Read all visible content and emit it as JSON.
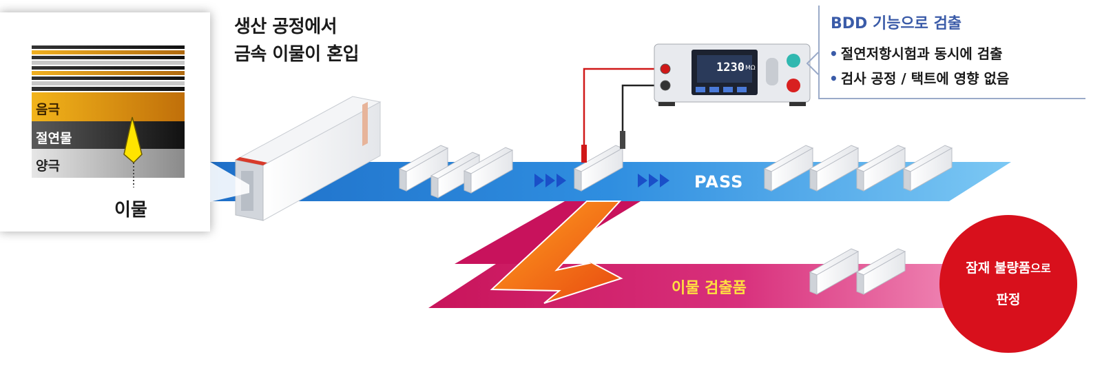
{
  "inset": {
    "layers": [
      "음극",
      "절연물",
      "양극"
    ],
    "foreign_label": "이물"
  },
  "title": {
    "line1": "생산 공정에서",
    "line2": "금속 이물이 혼입"
  },
  "instrument": {
    "display_value": "1230",
    "display_unit": "MΩ"
  },
  "info": {
    "title": "BDD 기능으로 검출",
    "bullet_char": "•",
    "bullets": [
      "절연저항시험과 동시에 검출",
      "검사 공정 / 택트에 영향 없음"
    ]
  },
  "flow": {
    "arrows": "▶▶▶",
    "pass_label": "PASS",
    "foreign_detected_label": "이물 검출품"
  },
  "reject": {
    "line1_main": "잠재 불량품",
    "line1_small": "으로",
    "line2": "판정"
  },
  "colors": {
    "pass_band": "#2a86dc",
    "reject_band": "#d42a78",
    "lightning": "#f07a10",
    "reject_circle": "#d8101c",
    "info_title": "#3a5ba8"
  }
}
